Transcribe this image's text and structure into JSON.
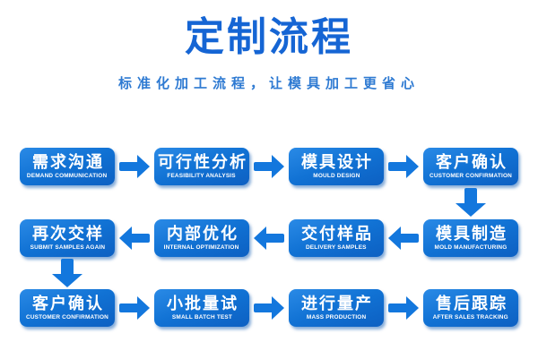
{
  "header": {
    "title": "定制流程",
    "subtitle": "标准化加工流程，让模具加工更省心"
  },
  "colors": {
    "title_blue": "#1565d4",
    "subtitle_blue": "#2e7ad2",
    "box_blue_light": "#2a8ae6",
    "box_blue_dark": "#0d60c2",
    "arrow_blue": "#1377dd",
    "step_text": "#ffffff",
    "background": "#ffffff"
  },
  "icons": {
    "arrow_right_icon": "➡",
    "arrow_left_icon": "⬅",
    "arrow_down_icon": "⬇"
  },
  "flow": {
    "rows": [
      {
        "direction": "right",
        "steps": [
          {
            "zh": "需求沟通",
            "en": "DEMAND COMMUNICATION"
          },
          {
            "zh": "可行性分析",
            "en": "FEASIBILITY ANALYSIS"
          },
          {
            "zh": "模具设计",
            "en": "MOULD DESIGN"
          },
          {
            "zh": "客户确认",
            "en": "CUSTOMER CONFIRMATION"
          }
        ]
      },
      {
        "direction": "left",
        "steps": [
          {
            "zh": "再次交样",
            "en": "SUBMIT SAMPLES AGAIN"
          },
          {
            "zh": "内部优化",
            "en": "INTERNAL OPTIMIZATION"
          },
          {
            "zh": "交付样品",
            "en": "DELIVERY SAMPLES"
          },
          {
            "zh": "模具制造",
            "en": "MOLD MANUFACTURING"
          }
        ]
      },
      {
        "direction": "right",
        "steps": [
          {
            "zh": "客户确认",
            "en": "CUSTOMER CONFIRMATION"
          },
          {
            "zh": "小批量试",
            "en": "SMALL BATCH TEST"
          },
          {
            "zh": "进行量产",
            "en": "MASS PRODUCTION"
          },
          {
            "zh": "售后跟踪",
            "en": "AFTER SALES TRACKING"
          }
        ]
      }
    ]
  }
}
